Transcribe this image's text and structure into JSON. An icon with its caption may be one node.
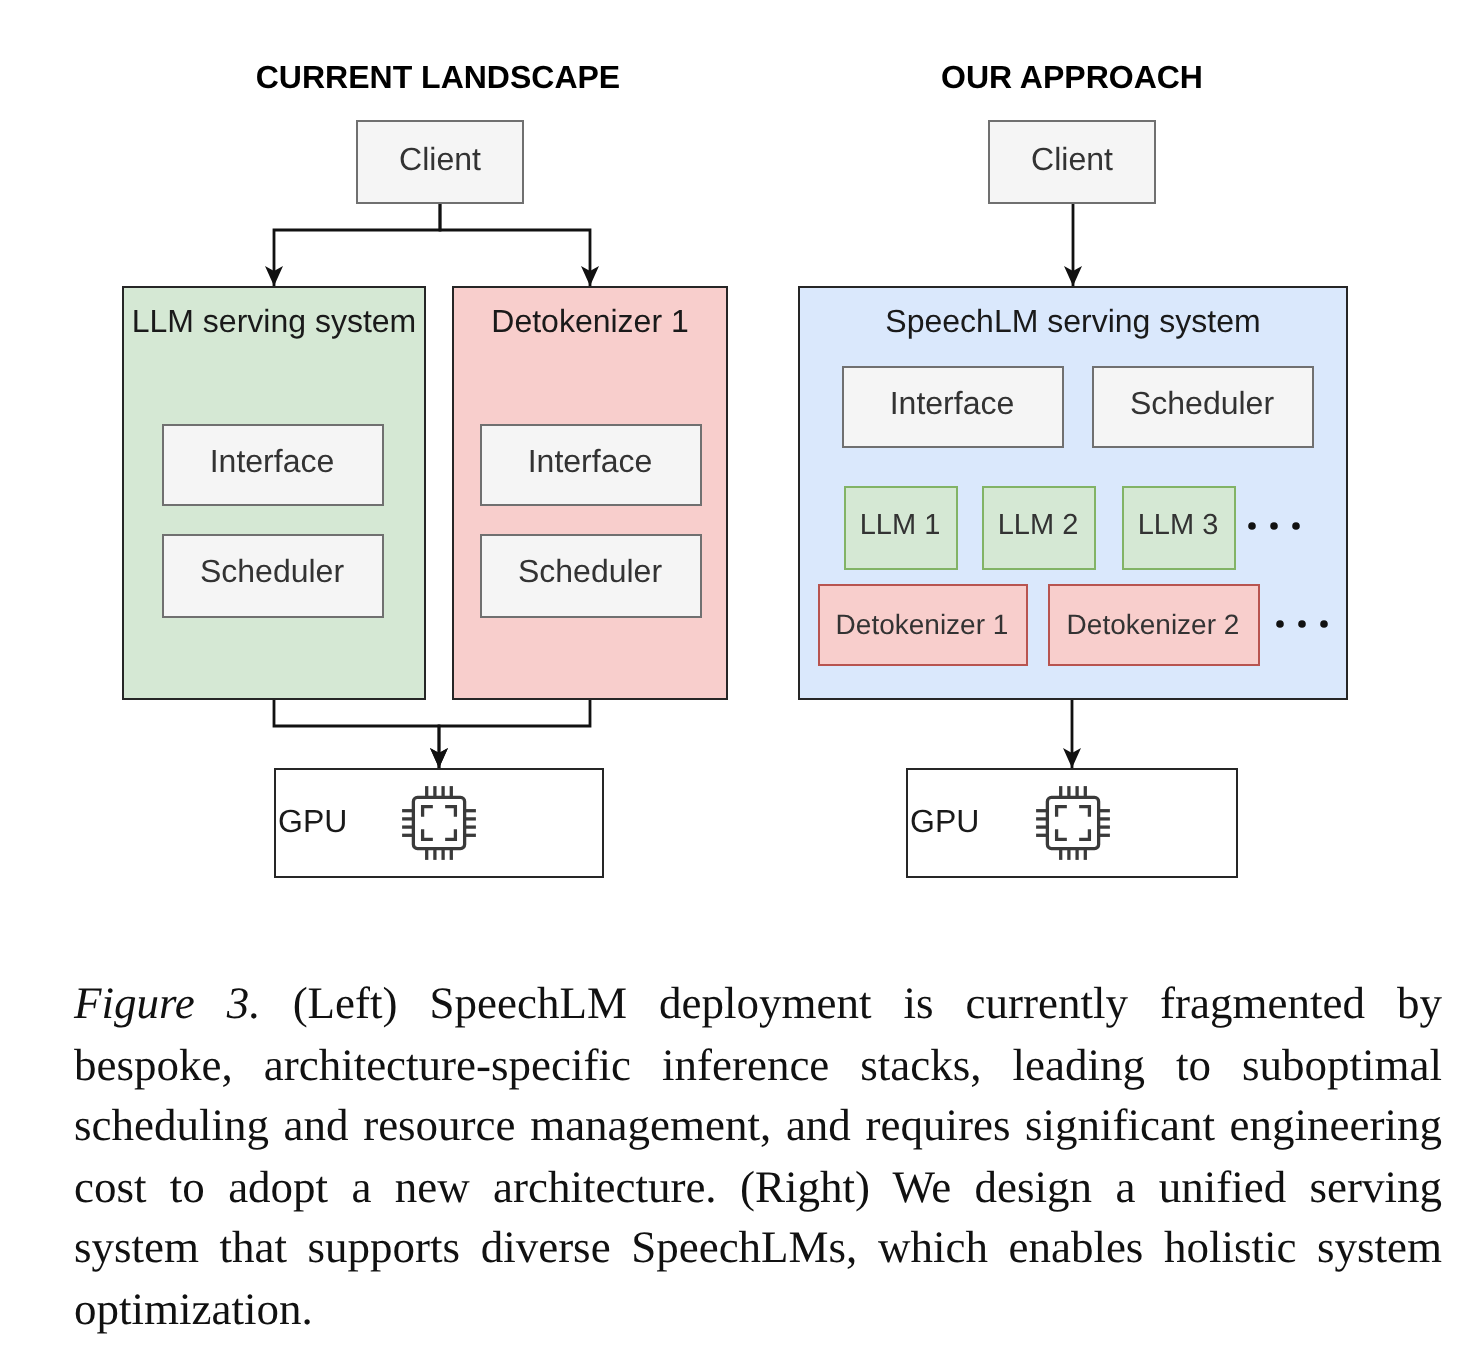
{
  "diagram": {
    "nodes": [
      {
        "text": [
          "Client"
        ]
      },
      {
        "text": [
          "LLM serving system"
        ]
      },
      {
        "text": [
          "Interface"
        ],
        "in": 1
      },
      {
        "text": [
          "Scheduler"
        ],
        "in": 1
      },
      {
        "text": [
          "Detokenizer 1"
        ]
      },
      {
        "text": [
          "Interface"
        ],
        "in": 4
      },
      {
        "text": [
          "Scheduler"
        ],
        "in": 4
      },
      {
        "text": [
          "GPU"
        ]
      },
      {
        "text": [
          "Client"
        ]
      },
      {
        "text": [
          "SpeechLM serving system"
        ]
      },
      {
        "text": [
          "Interface"
        ],
        "in": 9
      },
      {
        "text": [
          "Scheduler"
        ],
        "in": 9
      },
      {
        "text": [
          "LLM 1"
        ],
        "in": 9
      },
      {
        "text": [
          "LLM 2"
        ],
        "in": 9
      },
      {
        "text": [
          "LLM 3"
        ],
        "in": 9
      },
      {
        "text": [
          "Detokenizer 1"
        ],
        "in": 9
      },
      {
        "text": [
          "Detokenizer 2"
        ],
        "in": 9
      },
      {
        "text": [
          "GPU"
        ]
      }
    ],
    "edges": [
      {
        "from": 0,
        "to": 1,
        "arrow": "to"
      },
      {
        "from": 0,
        "to": 4,
        "arrow": "to"
      },
      {
        "from": 1,
        "to": 7,
        "arrow": "to"
      },
      {
        "from": 4,
        "to": 7,
        "arrow": "to"
      },
      {
        "from": 8,
        "to": 9,
        "arrow": "to"
      },
      {
        "from": 9,
        "to": 17,
        "arrow": "to"
      }
    ],
    "labels": [
      "CURRENT LANDSCAPE",
      "OUR APPROACH"
    ],
    "caption": "*Figure 3.* (Left) SpeechLM deployment is currently fragmented by bespoke, architecture-specific inference stacks, leading to suboptimal scheduling and resource management, and requires significant engineering cost to adopt a new architecture. (Right) We design a unified serving system that supports diverse SpeechLMs, which enables holistic system optimization."
  }
}
